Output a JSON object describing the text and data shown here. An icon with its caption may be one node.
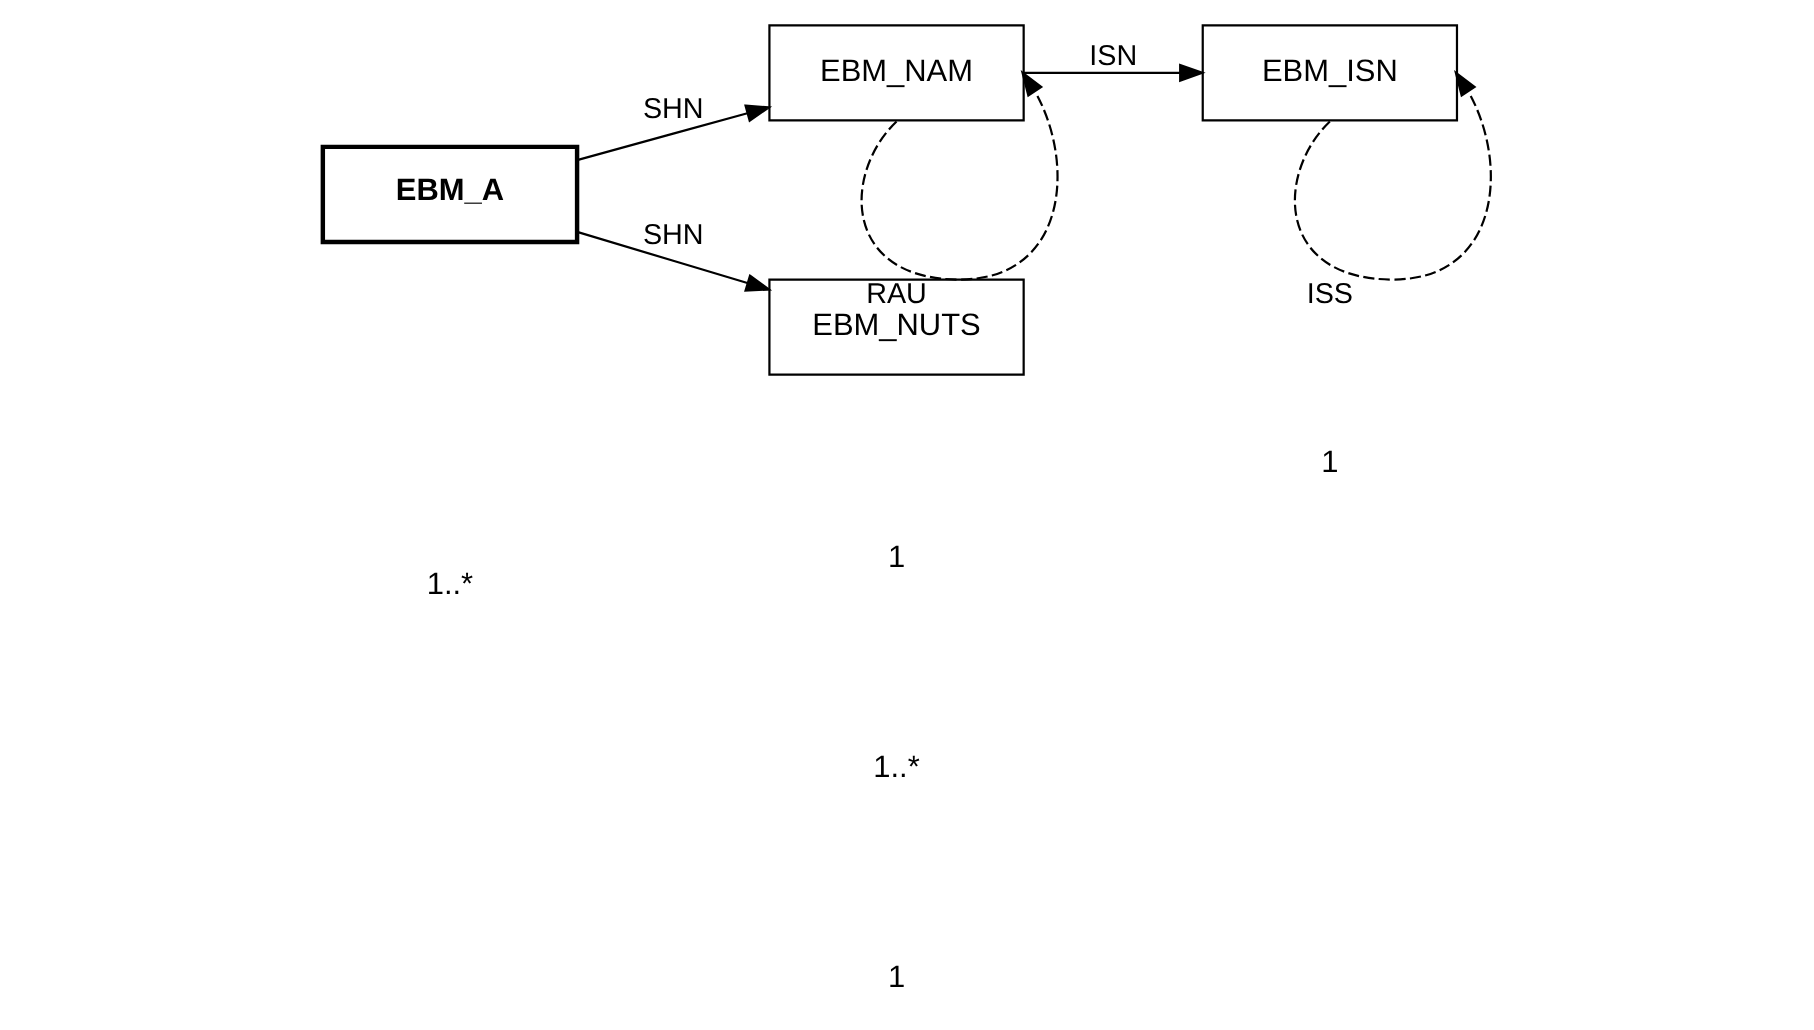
{
  "diagram": {
    "nodes": [
      {
        "text": [
          "EBM_A"
        ]
      },
      {
        "text": [
          "EBM_NAM"
        ]
      },
      {
        "text": [
          "EBM_ISN"
        ]
      },
      {
        "text": [
          "EBM_NUTS"
        ]
      }
    ],
    "edges": [
      {
        "from": 0,
        "to": 1,
        "arrow": "to",
        "label": "SHN"
      },
      {
        "from": 1,
        "to": 2,
        "arrow": "to",
        "label": "ISN"
      },
      {
        "from": 0,
        "to": 3,
        "arrow": "to",
        "label": "SHN"
      },
      {
        "from": 1,
        "to": 1,
        "arrow": "to",
        "label": "RAU",
        "style": "dashed"
      },
      {
        "from": 2,
        "to": 2,
        "arrow": "to",
        "label": "ISS",
        "style": "dashed"
      }
    ],
    "labels": [
      "1..*",
      "1",
      "1..*",
      "1",
      "1"
    ]
  }
}
